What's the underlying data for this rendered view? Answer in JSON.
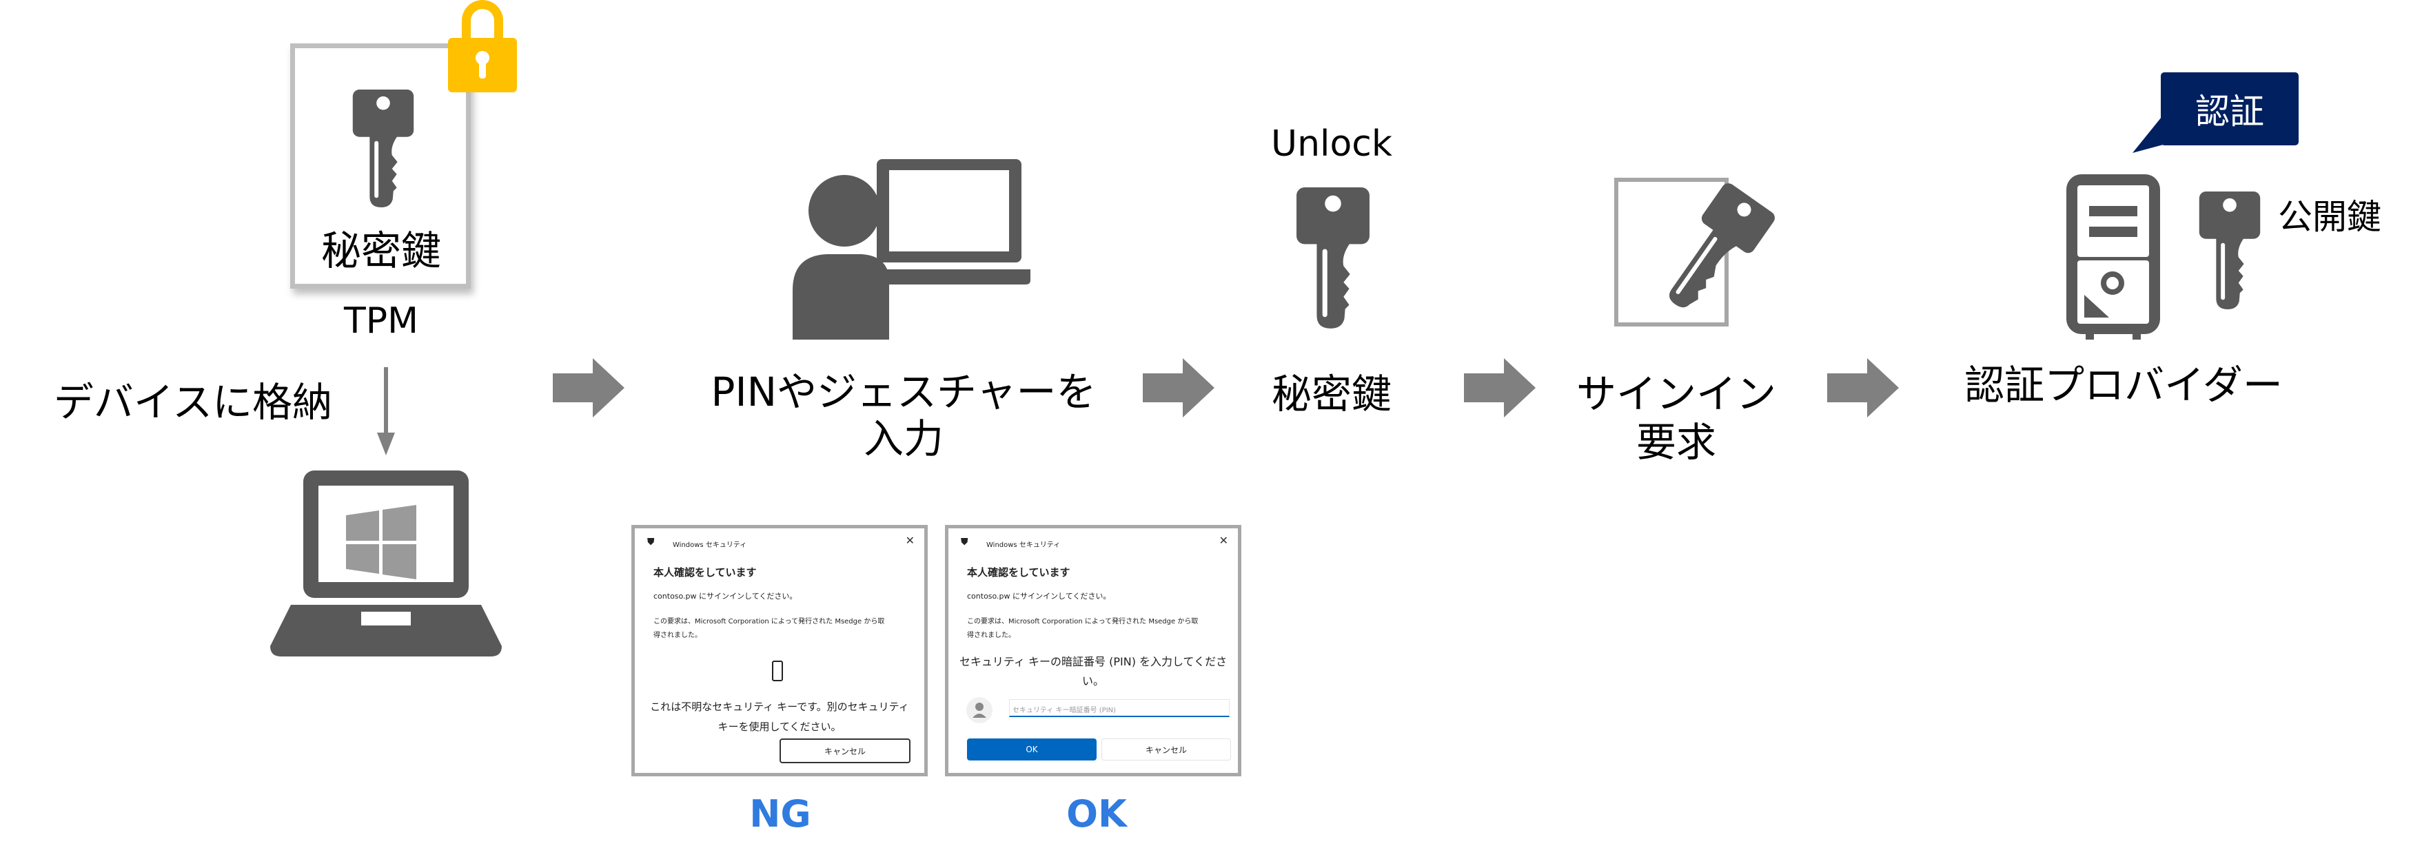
{
  "tpm": {
    "key_label": "秘密鍵",
    "chip_label": "TPM",
    "store_label": "デバイスに格納"
  },
  "step_pin": {
    "line1": "PINやジェスチャーを",
    "line2": "入力"
  },
  "step_unlock": {
    "top_label": "Unlock",
    "bottom_label": "秘密鍵"
  },
  "step_signin": {
    "line1": "サインイン",
    "line2": "要求"
  },
  "step_provider": {
    "label": "認証プロバイダー",
    "bubble": "認証",
    "public_key": "公開鍵"
  },
  "dialogs": [
    {
      "app": "Windows セキュリティ",
      "heading": "本人確認をしています",
      "site": "contoso.pw にサインインしてください。",
      "request1": "この要求は、Microsoft Corporation によって発行された Msedge から取",
      "request2": "得されました。",
      "msg1": "これは不明なセキュリティ キーです。別のセキュリティ",
      "msg2": "キーを使用してください。",
      "cancel": "キャンセル",
      "result": "NG"
    },
    {
      "app": "Windows セキュリティ",
      "heading": "本人確認をしています",
      "site": "contoso.pw にサインインしてください。",
      "request1": "この要求は、Microsoft Corporation によって発行された Msedge から取",
      "request2": "得されました。",
      "msg1": "セキュリティ キーの暗証番号 (PIN) を入力してくださ",
      "msg2": "い。",
      "pin_placeholder": "セキュリティ キー暗証番号 (PIN)",
      "ok": "OK",
      "cancel": "キャンセル",
      "result": "OK"
    }
  ],
  "colors": {
    "icon": "#595959",
    "lock": "#ffc000",
    "bubble": "#002060",
    "arrow": "#808080",
    "result": "#2f7be0",
    "ok_button": "#0067c0"
  }
}
